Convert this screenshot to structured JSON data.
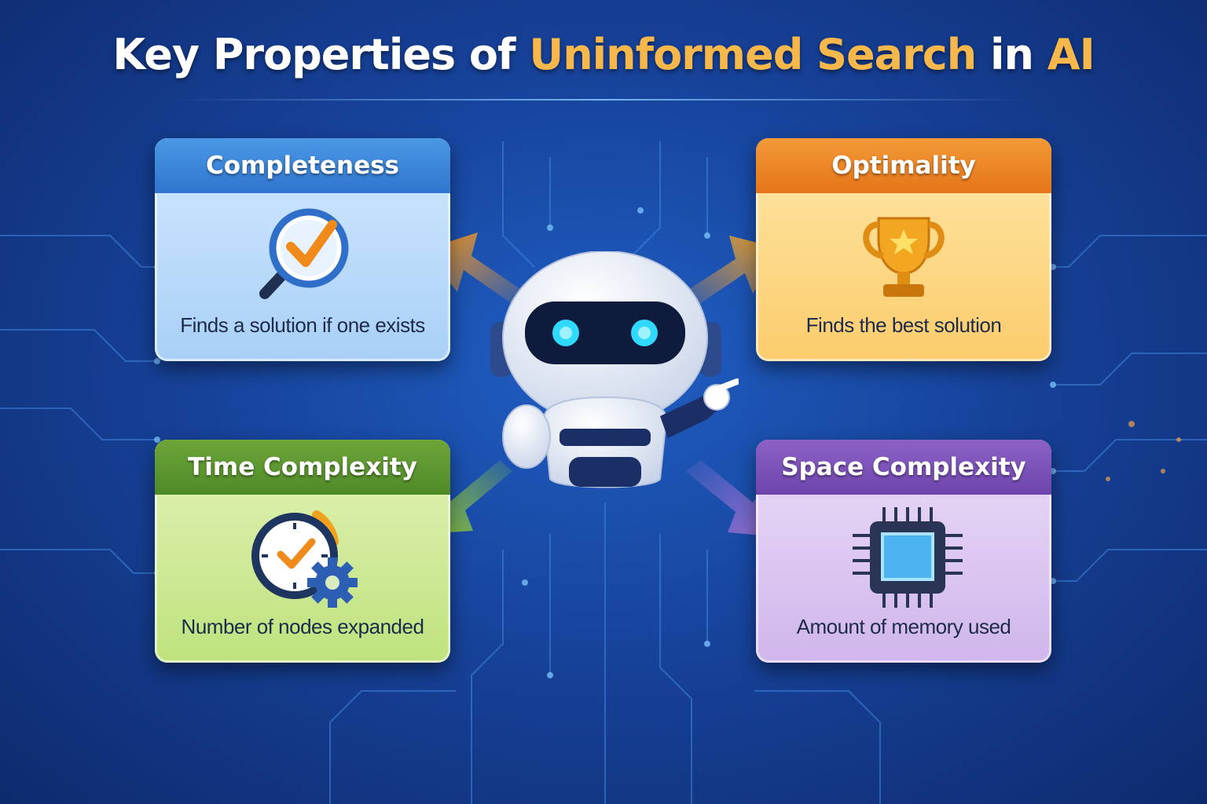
{
  "title": {
    "prefix": "Key Properties of",
    "highlight": "Uninformed Search",
    "middle": "in",
    "suffix": "AI"
  },
  "cards": [
    {
      "heading": "Completeness",
      "description": "Finds a solution if one exists",
      "icon": "magnifier-check-icon",
      "accent": "#2f75cf"
    },
    {
      "heading": "Optimality",
      "description": "Finds the best solution",
      "icon": "trophy-icon",
      "accent": "#e57519"
    },
    {
      "heading": "Time Complexity",
      "description": "Number of nodes expanded",
      "icon": "clock-gear-icon",
      "accent": "#4f8a28"
    },
    {
      "heading": "Space Complexity",
      "description": "Amount of memory used",
      "icon": "cpu-chip-icon",
      "accent": "#6e45ad"
    }
  ],
  "colors": {
    "background": "#17439b",
    "title_highlight": "#f7b84b",
    "robot_eyes": "#2fd9ff"
  }
}
